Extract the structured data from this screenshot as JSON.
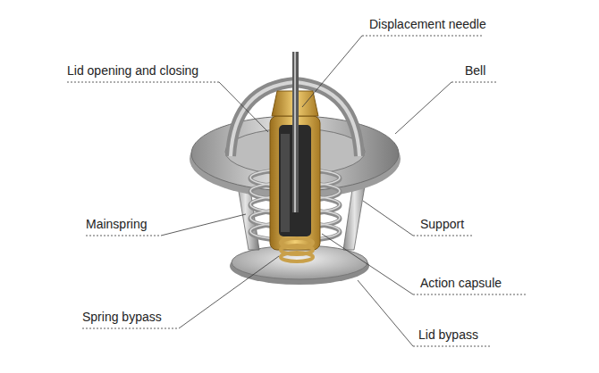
{
  "diagram": {
    "labels": [
      "Displacement needle",
      "Lid opening and closing",
      "Bell",
      "Mainspring",
      "Support",
      "Action capsule",
      "Spring bypass",
      "Lid bypass"
    ]
  }
}
